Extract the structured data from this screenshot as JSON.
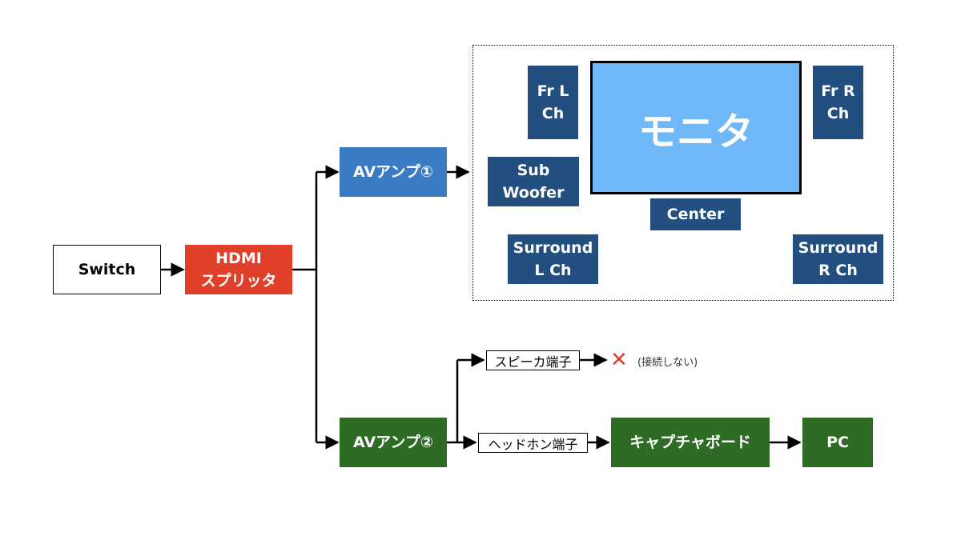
{
  "nodes": {
    "switch": "Switch",
    "splitter": "HDMI\nスプリッタ",
    "amp1": "AVアンプ①",
    "amp2": "AVアンプ②",
    "capture": "キャプチャボード",
    "pc": "PC"
  },
  "room": {
    "monitor": "モニタ",
    "fr_l": "Fr L\nCh",
    "fr_r": "Fr R\nCh",
    "sub": "Sub\nWoofer",
    "center": "Center",
    "surround_l": "Surround\nL Ch",
    "surround_r": "Surround\nR Ch"
  },
  "ports": {
    "speaker": "スピーカ端子",
    "headphone": "ヘッドホン端子"
  },
  "speaker_note": "(接続しない)",
  "colors": {
    "splitter": "#e0402a",
    "amp1": "#3a7cc4",
    "speakers": "#224f80",
    "amp2_chain": "#2e6b25",
    "monitor": "#6fb8f7",
    "x_mark": "#e0402a"
  },
  "icons": {
    "not_connected": "x-mark-icon"
  }
}
